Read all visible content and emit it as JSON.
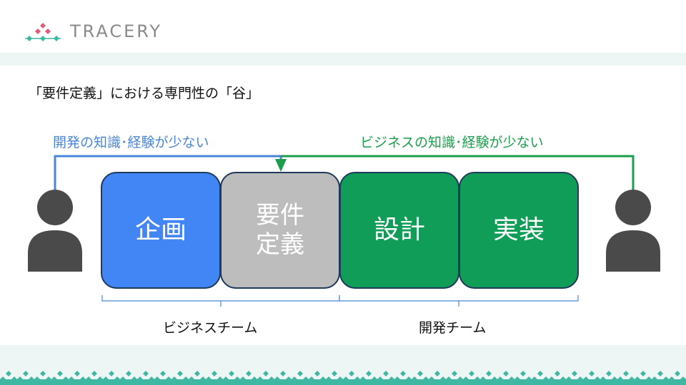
{
  "brand": {
    "name": "TRACERY",
    "colors": {
      "text": "#8a8a8a",
      "pink": "#e05b7a",
      "teal": "#3fb7a3",
      "band": "#eef6f5"
    }
  },
  "slide": {
    "title": "「要件定義」における専門性の「谷」"
  },
  "labels": {
    "dev_lacks": "開発の知識･経験が少ない",
    "biz_lacks": "ビジネスの知識･経験が少ない",
    "blue": "#4a86d6",
    "green": "#1a9e4b"
  },
  "phases": [
    {
      "label": "企画",
      "color": "#4285f4"
    },
    {
      "label_line1": "要件",
      "label_line2": "定義",
      "color": "#bdbdbd"
    },
    {
      "label": "設計",
      "color": "#0f9d58"
    },
    {
      "label": "実装",
      "color": "#0f9d58"
    }
  ],
  "teams": {
    "business": "ビジネスチーム",
    "dev": "開発チーム"
  },
  "icons": {
    "left_person": "person-icon",
    "right_person": "person-icon",
    "logo": "tracery-logo-mark"
  }
}
